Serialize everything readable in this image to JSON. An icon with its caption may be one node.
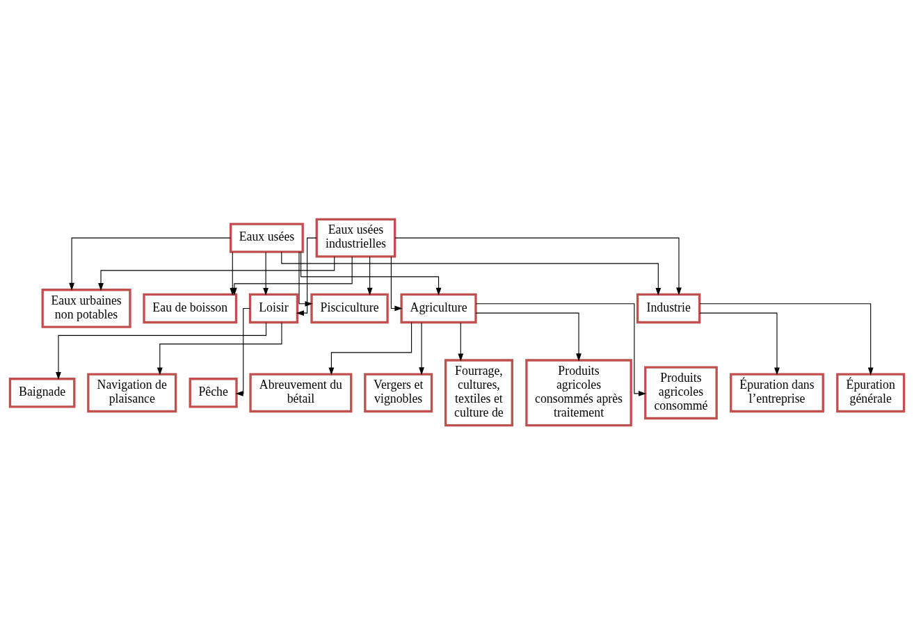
{
  "diagram": {
    "nodes": [
      {
        "text": [
          "Eaux usées"
        ]
      },
      {
        "text": [
          "Eaux usées industrielles"
        ]
      },
      {
        "text": [
          "Eaux urbaines non potables"
        ]
      },
      {
        "text": [
          "Eau de boisson"
        ]
      },
      {
        "text": [
          "Loisir"
        ]
      },
      {
        "text": [
          "Pisciculture"
        ]
      },
      {
        "text": [
          "Agriculture"
        ]
      },
      {
        "text": [
          "Industrie"
        ]
      },
      {
        "text": [
          "Baignade"
        ]
      },
      {
        "text": [
          "Navigation de plaisance"
        ]
      },
      {
        "text": [
          "Pêche"
        ]
      },
      {
        "text": [
          "Épuration dans l’entreprise"
        ]
      },
      {
        "text": [
          "Épuration générale"
        ]
      },
      {
        "text": [
          "Abreuvement du bétail"
        ]
      },
      {
        "text": [
          "Vergers et vignobles"
        ]
      },
      {
        "text": [
          "Fourrage, cultures, textiles et culture de"
        ]
      },
      {
        "text": [
          "Produits agricoles consommés après traitement"
        ]
      },
      {
        "text": [
          "Produits agricoles consommé"
        ]
      }
    ],
    "edges": [
      {
        "from": 0,
        "to": 2,
        "arrow": "to"
      },
      {
        "from": 0,
        "to": 3,
        "arrow": "to"
      },
      {
        "from": 0,
        "to": 4,
        "arrow": "to"
      },
      {
        "from": 0,
        "to": 5,
        "arrow": "to"
      },
      {
        "from": 0,
        "to": 6,
        "arrow": "to"
      },
      {
        "from": 0,
        "to": 7,
        "arrow": "to"
      },
      {
        "from": 1,
        "to": 2,
        "arrow": "to"
      },
      {
        "from": 1,
        "to": 3,
        "arrow": "to"
      },
      {
        "from": 1,
        "to": 4,
        "arrow": "to"
      },
      {
        "from": 1,
        "to": 5,
        "arrow": "to"
      },
      {
        "from": 1,
        "to": 6,
        "arrow": "to"
      },
      {
        "from": 1,
        "to": 7,
        "arrow": "to"
      },
      {
        "from": 4,
        "to": 8,
        "arrow": "to"
      },
      {
        "from": 4,
        "to": 9,
        "arrow": "to"
      },
      {
        "from": 4,
        "to": 10,
        "arrow": "to"
      },
      {
        "from": 7,
        "to": 11,
        "arrow": "to"
      },
      {
        "from": 7,
        "to": 12,
        "arrow": "to"
      },
      {
        "from": 6,
        "to": 13,
        "arrow": "to"
      },
      {
        "from": 6,
        "to": 14,
        "arrow": "to"
      },
      {
        "from": 6,
        "to": 15,
        "arrow": "to"
      },
      {
        "from": 6,
        "to": 16,
        "arrow": "to"
      },
      {
        "from": 6,
        "to": 17,
        "arrow": "to"
      }
    ]
  }
}
